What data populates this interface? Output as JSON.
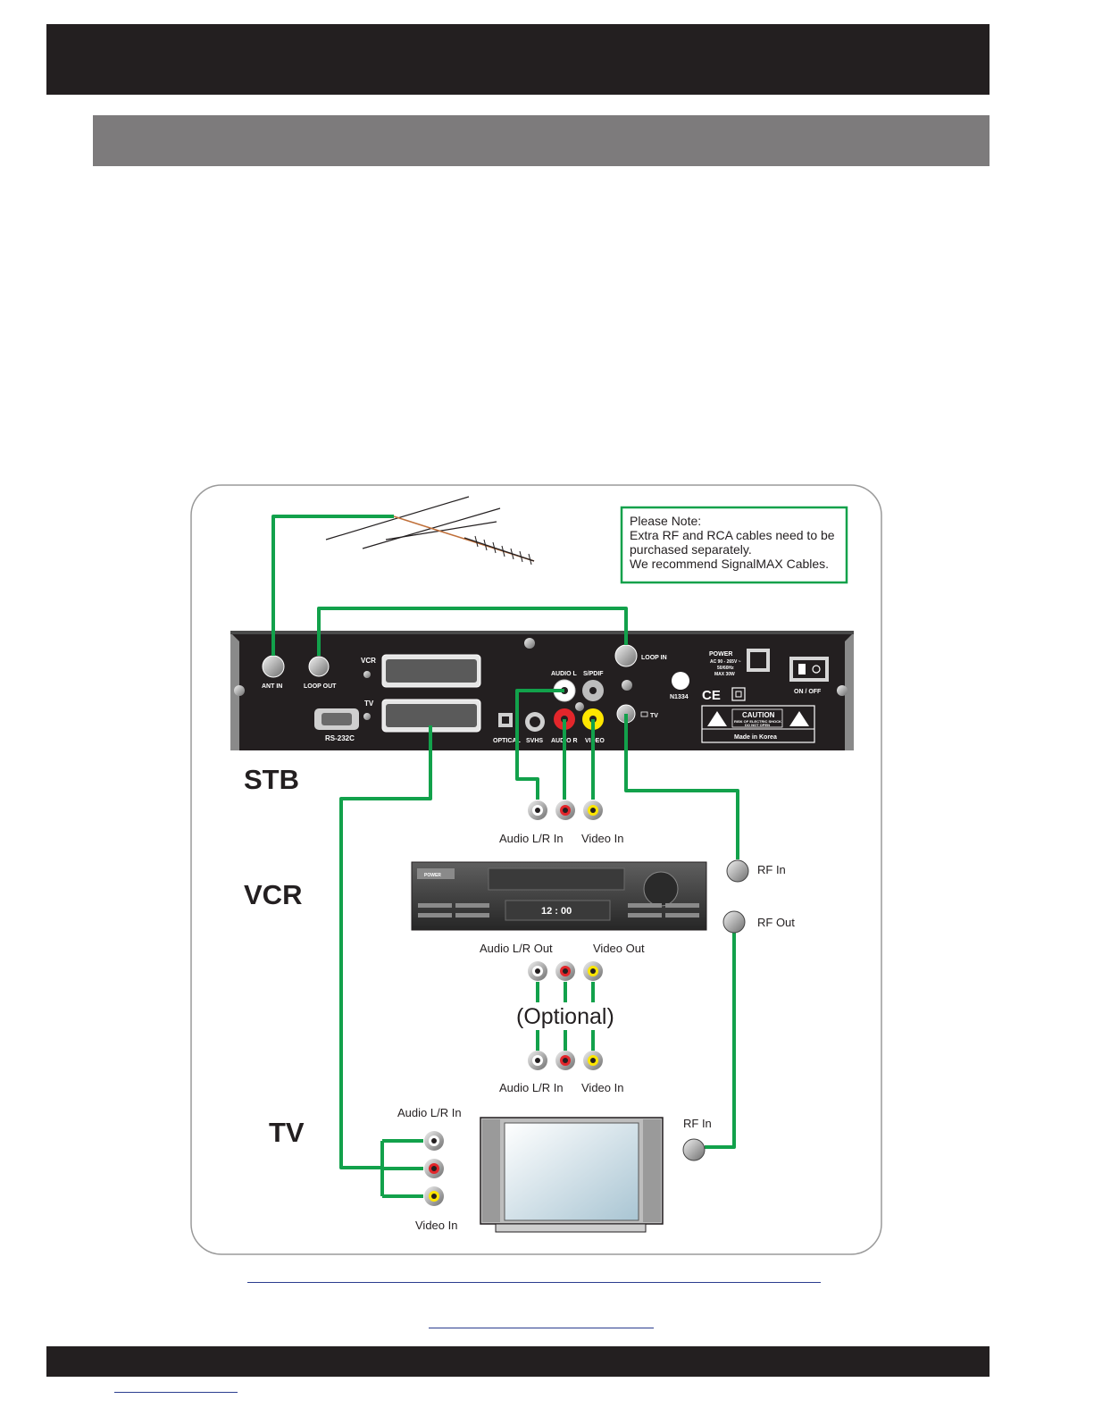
{
  "note": {
    "title": "Please Note:",
    "line1": "Extra RF and RCA cables need to be",
    "line2": "purchased separately.",
    "line3": "We recommend SignalMAX Cables."
  },
  "devices": {
    "stb": "STB",
    "vcr": "VCR",
    "tv": "TV"
  },
  "stb_panel": {
    "ant_in": "ANT IN",
    "loop_out": "LOOP OUT",
    "loop_in": "LOOP IN",
    "vcr_scart": "VCR",
    "tv_scart": "TV",
    "rs232": "RS-232C",
    "audio_l": "AUDIO L",
    "spdif": "S/PDIF",
    "optical": "OPTICAL",
    "svhs": "SVHS",
    "audio_r": "AUDIO R",
    "video": "VIDEO",
    "rf_tv": "TV",
    "power": "POWER",
    "power_spec1": "AC 90 - 265V ~",
    "power_spec2": "50/60Hz",
    "power_spec3": "MAX 30W",
    "cert": "N1334",
    "ce_mark": "CE",
    "caution": "CAUTION",
    "caution_small1": "RISK OF ELECTRIC SHOCK",
    "caution_small2": "DO NOT OPEN",
    "made_in": "Made in Korea",
    "on_off": "ON / OFF"
  },
  "vcr": {
    "power_button": "POWER",
    "clock": "12 : 00",
    "audio_in": "Audio L/R In",
    "video_in": "Video In",
    "rf_in": "RF In",
    "rf_out": "RF Out",
    "audio_out": "Audio L/R Out",
    "video_out": "Video Out"
  },
  "optional": "(Optional)",
  "tv": {
    "audio_in_mid": "Audio L/R In",
    "video_in_mid": "Video In",
    "audio_in": "Audio L/R In",
    "video_in": "Video In",
    "rf_in": "RF In"
  },
  "colors": {
    "cable": "#12a14b",
    "jack_white": "#ffffff",
    "jack_red": "#e3262b",
    "jack_yellow": "#ffe600",
    "panel": "#231f20",
    "bar_dark": "#231f20",
    "bar_gray": "#7d7b7c"
  }
}
